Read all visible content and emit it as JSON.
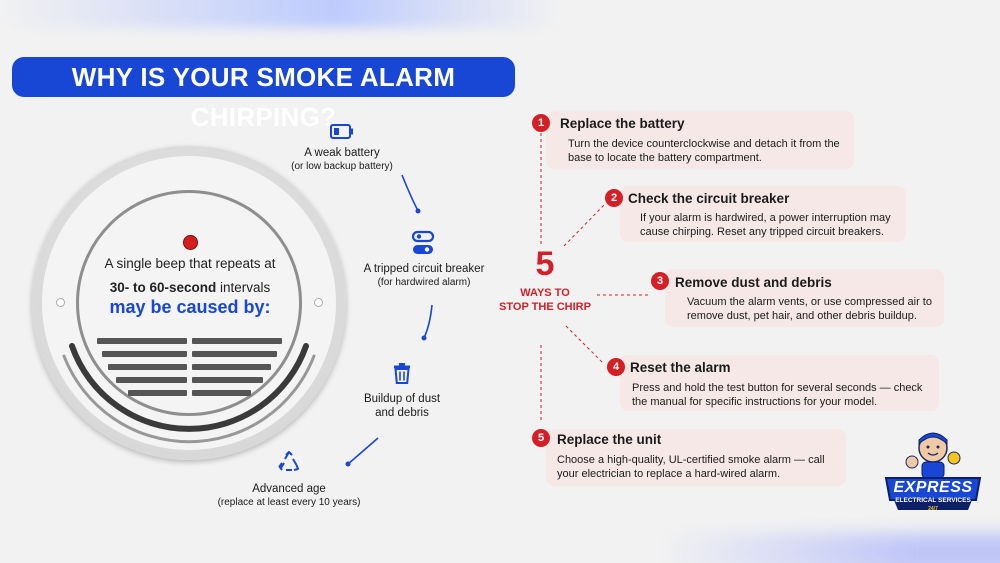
{
  "title": "WHY IS YOUR SMOKE ALARM CHIRPING?",
  "alarm": {
    "line1": "A single beep that repeats at",
    "line2_bold": "30- to 60-second",
    "line2_rest": " intervals",
    "line3": "may be caused by:"
  },
  "causes": [
    {
      "label": "A weak battery",
      "sub": "(or low backup battery)",
      "icon": "battery-icon"
    },
    {
      "label": "A tripped circuit breaker",
      "sub": "(for hardwired alarm)",
      "icon": "switch-icon"
    },
    {
      "label": "Buildup of dust",
      "label2": "and debris",
      "icon": "trash-icon"
    },
    {
      "label": "Advanced age",
      "sub": "(replace at least every 10 years)",
      "icon": "recycle-icon"
    }
  ],
  "ways": {
    "number": "5",
    "line1": "WAYS TO",
    "line2": "STOP THE CHIRP"
  },
  "steps": [
    {
      "num": "1",
      "title": "Replace the battery",
      "body1": "Turn the device counterclockwise and detach it from the",
      "body2": "base to locate the battery compartment."
    },
    {
      "num": "2",
      "title": "Check the circuit breaker",
      "body1": "If your alarm is hardwired, a power interruption may",
      "body2": "cause chirping. Reset any tripped circuit breakers."
    },
    {
      "num": "3",
      "title": "Remove dust and debris",
      "body1": "Vacuum the alarm vents, or use compressed air to",
      "body2": "remove dust, pet hair, and other debris buildup."
    },
    {
      "num": "4",
      "title": "Reset the alarm",
      "body1": "Press and hold the test button for several seconds — check",
      "body2": "the manual for specific instructions for your model."
    },
    {
      "num": "5",
      "title": "Replace the unit",
      "body1": "Choose a high-quality, UL-certified smoke alarm — call",
      "body2": "your electrician to replace a hard-wired alarm."
    }
  ],
  "logo": {
    "name": "EXPRESS",
    "tagline": "ELECTRICAL SERVICES",
    "hours": "24/7"
  },
  "colors": {
    "blue": "#1747d4",
    "red": "#d51f26",
    "card": "#f7e8e8"
  }
}
